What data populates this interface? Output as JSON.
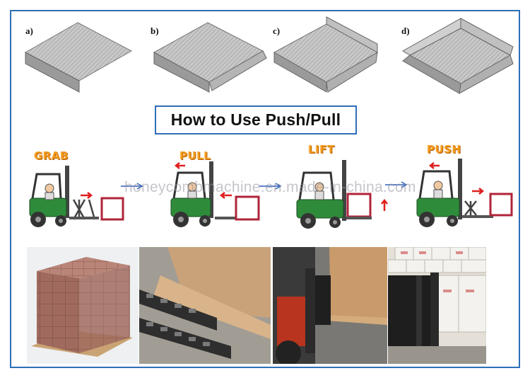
{
  "sheets": [
    {
      "label": "a)",
      "name": "slip-sheet-one-tab"
    },
    {
      "label": "b)",
      "name": "slip-sheet-two-tabs"
    },
    {
      "label": "c)",
      "name": "slip-sheet-three-tabs"
    },
    {
      "label": "d)",
      "name": "slip-sheet-four-tabs"
    }
  ],
  "title": "How to Use Push/Pull",
  "steps": [
    {
      "label": "GRAB"
    },
    {
      "label": "PULL"
    },
    {
      "label": "LIFT"
    },
    {
      "label": "PUSH"
    }
  ],
  "watermark": "honeycombmachine.en.made-in-china.com",
  "colors": {
    "frame_border": "#2e6fb7",
    "step_label": "#f39a1e",
    "forklift_body": "#2e8b3a",
    "load_box": "#b0243a",
    "arrow_red": "#e02020",
    "arrow_blue": "#2a5fc0",
    "cardboard": "#c9996a"
  },
  "photos": [
    {
      "name": "pallet-of-boxes-photo"
    },
    {
      "name": "push-pull-fork-plates-photo"
    },
    {
      "name": "forklift-pulling-load-photo"
    },
    {
      "name": "push-pull-attachment-warehouse-photo"
    }
  ]
}
